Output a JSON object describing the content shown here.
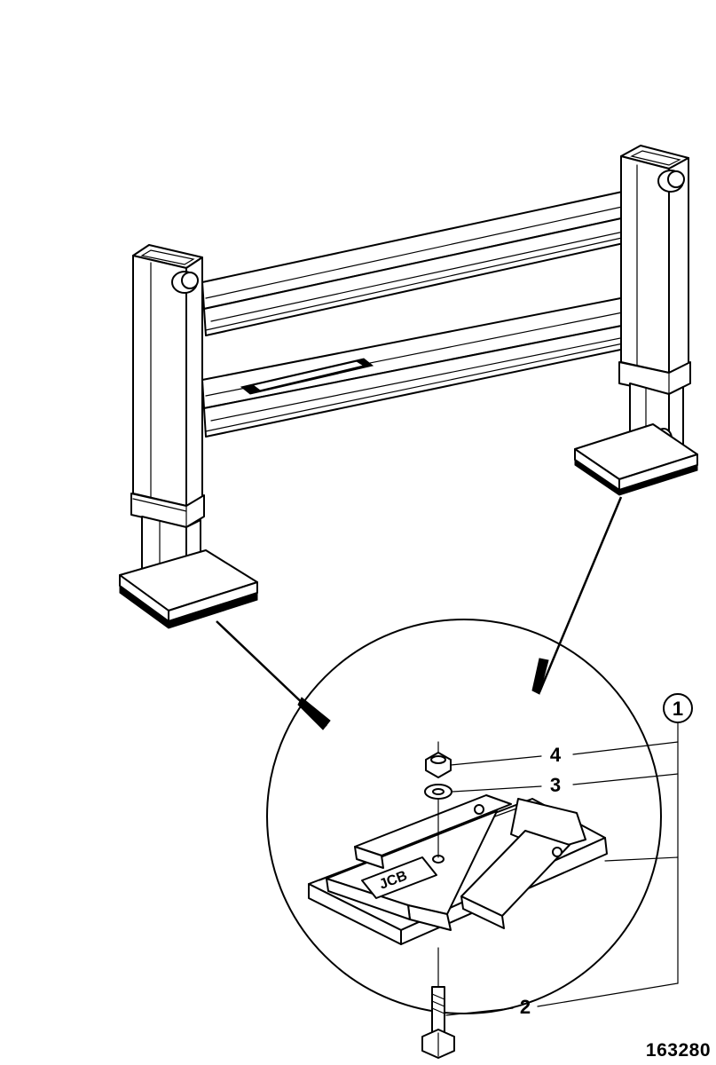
{
  "callouts": {
    "assembly": "1",
    "bolt": "2",
    "washer": "3",
    "nut": "4"
  },
  "logo_text": "JCB",
  "figure_number": "163280",
  "colors": {
    "ink": "#000000",
    "paper": "#ffffff"
  }
}
